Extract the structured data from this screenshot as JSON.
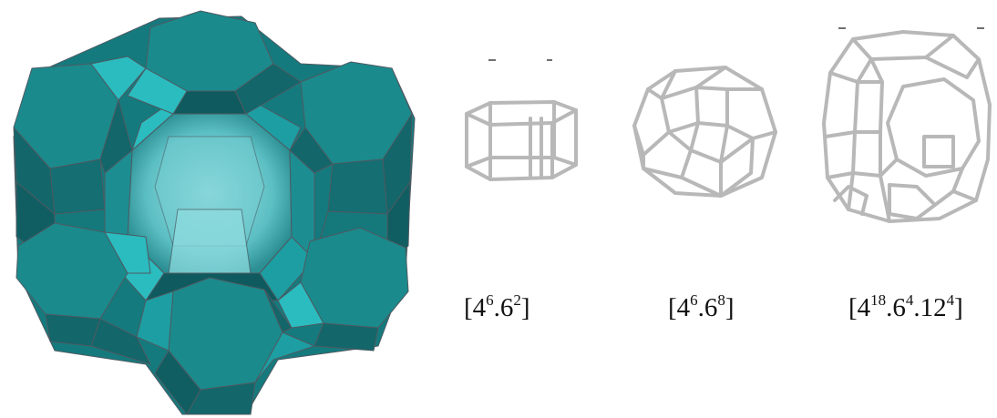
{
  "figure": {
    "framework_view": {
      "icon": "lta-framework-polyhedra-icon",
      "face_colors": {
        "hexagon": "#1b8a8c",
        "square": "#2bbcc0",
        "side_dark": "#13666a",
        "inner": "#7fd6da",
        "edge": "#55606a"
      }
    },
    "cages": [
      {
        "icon": "double-six-ring-cage-icon",
        "label": {
          "base": "[4",
          "s1": "6",
          "mid": ".6",
          "s2": "2",
          "end": "]"
        }
      },
      {
        "icon": "sodalite-cage-icon",
        "label": {
          "base": "[4",
          "s1": "6",
          "mid": ".6",
          "s2": "8",
          "end": "]"
        }
      },
      {
        "icon": "alpha-cage-icon",
        "label": {
          "base": "[4",
          "s1": "18",
          "mid": ".6",
          "s2": "4",
          "mid2": ".12",
          "s3": "4",
          "end": "]"
        }
      }
    ],
    "cage_color": "#b8b8b8"
  }
}
